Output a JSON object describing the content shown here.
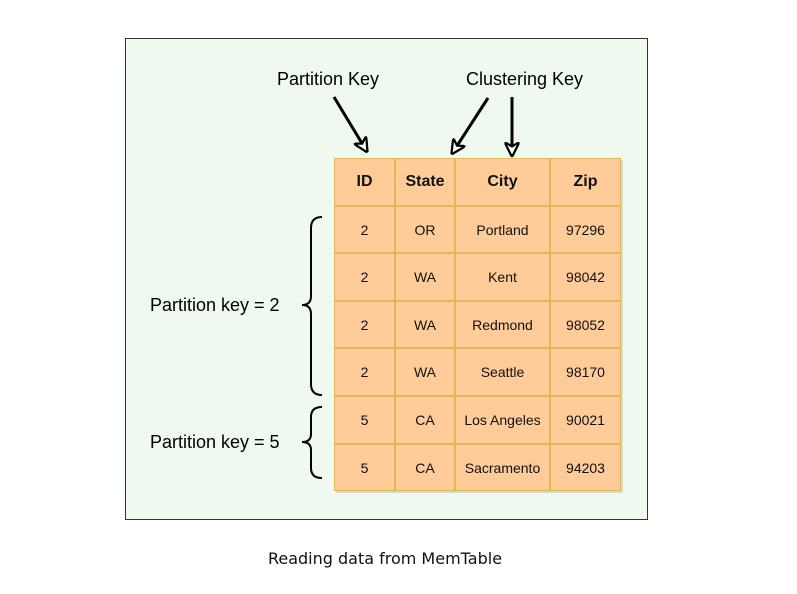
{
  "annotations": {
    "partition_key": "Partition Key",
    "clustering_key": "Clustering Key"
  },
  "table": {
    "headers": [
      "ID",
      "State",
      "City",
      "Zip"
    ],
    "rows": [
      [
        "2",
        "OR",
        "Portland",
        "97296"
      ],
      [
        "2",
        "WA",
        "Kent",
        "98042"
      ],
      [
        "2",
        "WA",
        "Redmond",
        "98052"
      ],
      [
        "2",
        "WA",
        "Seattle",
        "98170"
      ],
      [
        "5",
        "CA",
        "Los Angeles",
        "90021"
      ],
      [
        "5",
        "CA",
        "Sacramento",
        "94203"
      ]
    ]
  },
  "groups": [
    {
      "label": "Partition key = 2",
      "row_span": [
        0,
        3
      ]
    },
    {
      "label": "Partition key = 5",
      "row_span": [
        4,
        5
      ]
    }
  ],
  "caption": "Reading data from MemTable",
  "colors": {
    "frame_bg": "#eff9ef",
    "cell_fill": "#ffcc99",
    "cell_border": "#e2b755"
  }
}
